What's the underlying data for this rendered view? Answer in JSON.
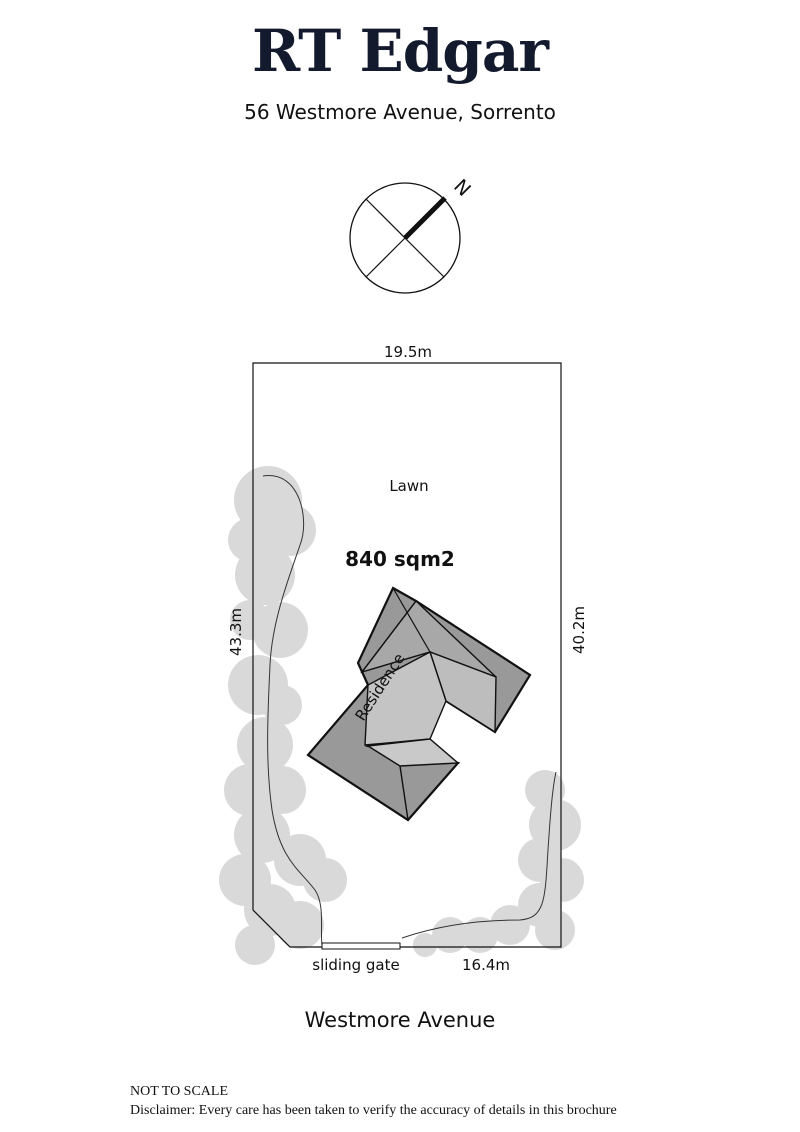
{
  "header": {
    "brand": "RT Edgar",
    "address": "56 Westmore Avenue, Sorrento"
  },
  "compass": {
    "north_label": "N",
    "icon": "compass-icon"
  },
  "plan": {
    "top_dimension": "19.5m",
    "left_dimension": "43.3m",
    "right_dimension": "40.2m",
    "bottom_dimension": "16.4m",
    "lawn_label": "Lawn",
    "area_label": "840 sqm2",
    "residence_label": "Residence",
    "gate_label": "sliding gate"
  },
  "street_label": "Westmore Avenue",
  "footer": {
    "scale_note": "NOT TO SCALE",
    "disclaimer": "Disclaimer: Every care has been taken to verify the accuracy of details in this brochure"
  },
  "colors": {
    "brand_text": "#141a2e",
    "residence_fill": "#999999",
    "roof_light": "#c4c4c4",
    "tree_fill": "#d9d9d9"
  }
}
